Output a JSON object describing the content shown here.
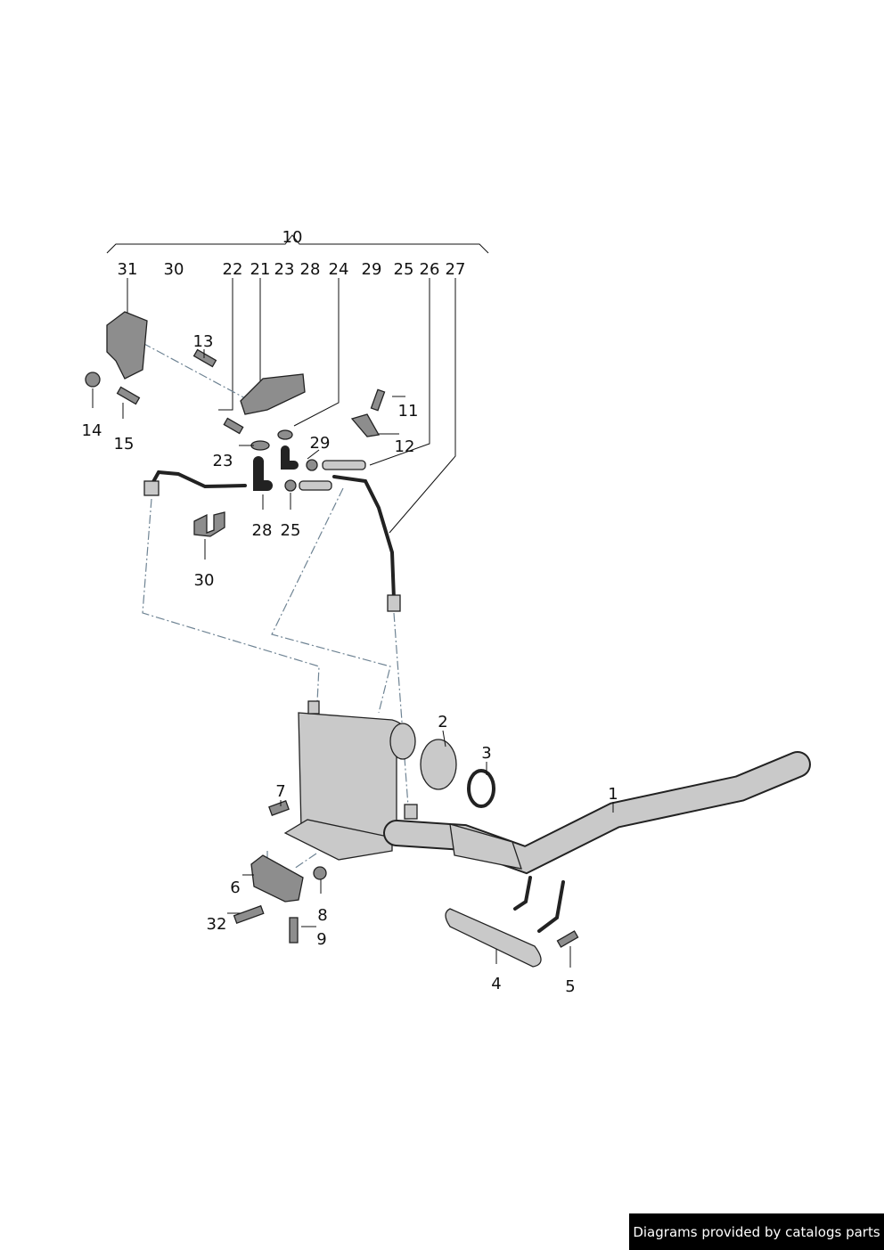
{
  "diagram": {
    "group_label": "10",
    "top_labels": [
      "31",
      "30",
      "22",
      "21",
      "23",
      "28",
      "24",
      "29",
      "25",
      "26",
      "27"
    ],
    "part_labels": {
      "p13": "13",
      "p11": "11",
      "p14": "14",
      "p15": "15",
      "p29": "29",
      "p12": "12",
      "p23": "23",
      "p28": "28",
      "p25": "25",
      "p30": "30",
      "p2": "2",
      "p3": "3",
      "p1": "1",
      "p7": "7",
      "p6": "6",
      "p8": "8",
      "p32": "32",
      "p9": "9",
      "p4": "4",
      "p5": "5"
    }
  },
  "footer": {
    "text": "Diagrams provided by catalogs parts"
  }
}
